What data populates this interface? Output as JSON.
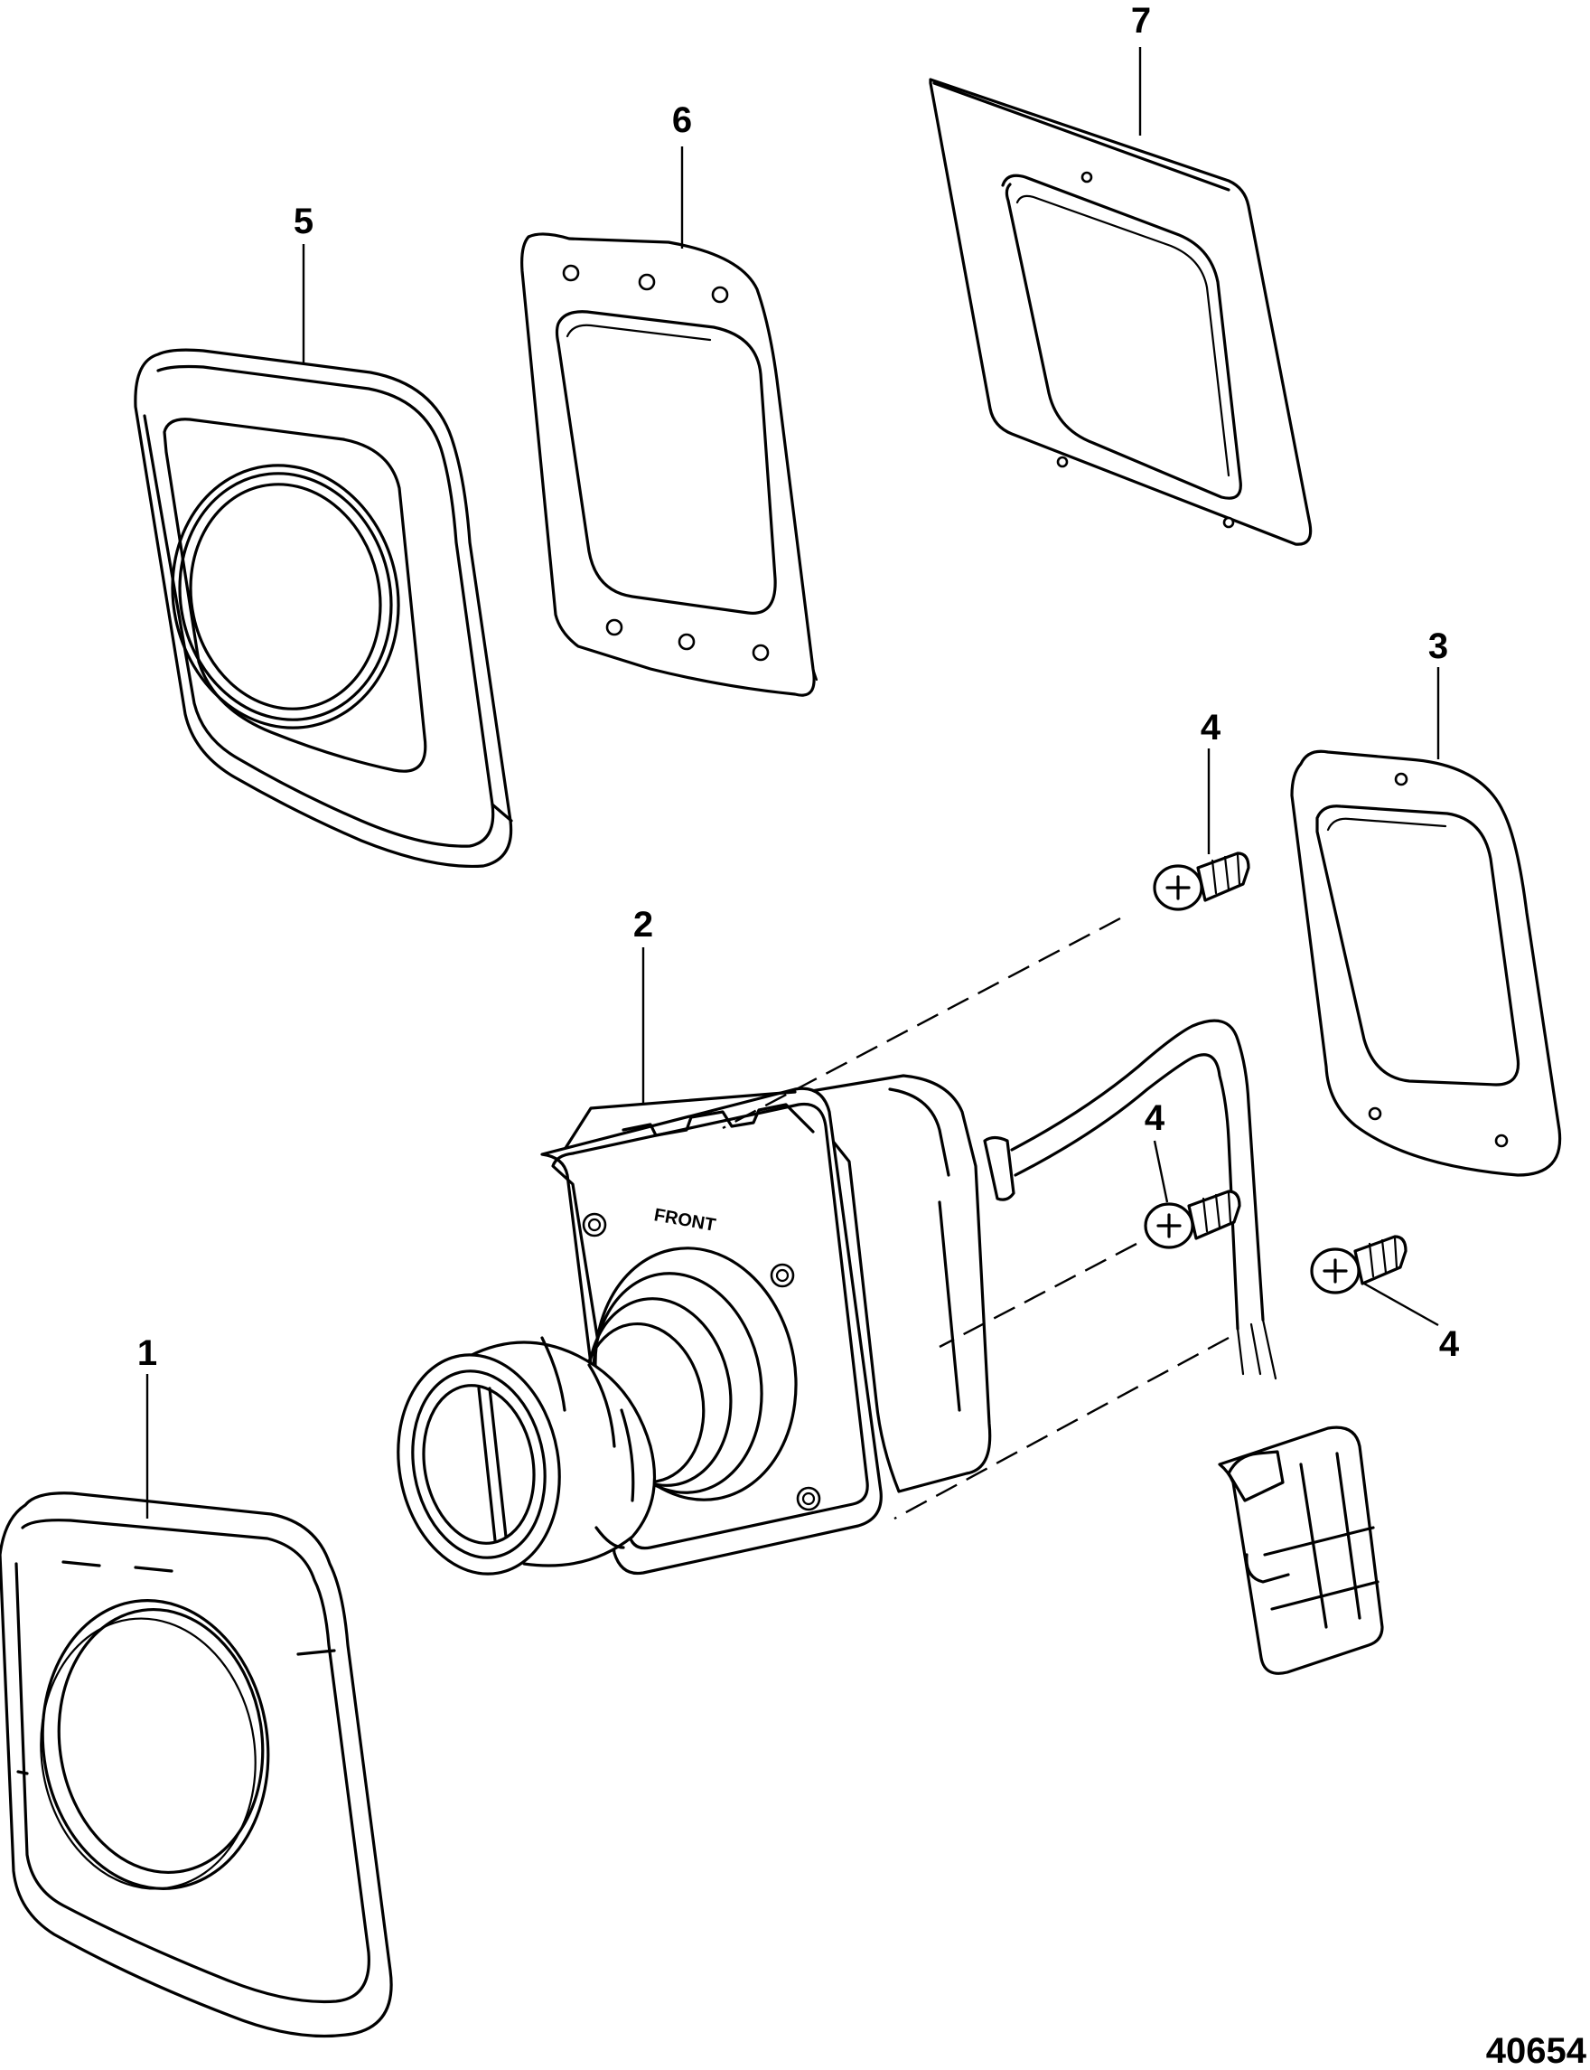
{
  "figure_number": "40654",
  "part_callouts": [
    "1",
    "2",
    "3",
    "4",
    "5",
    "6",
    "7"
  ],
  "joystick_label": "FRONT"
}
